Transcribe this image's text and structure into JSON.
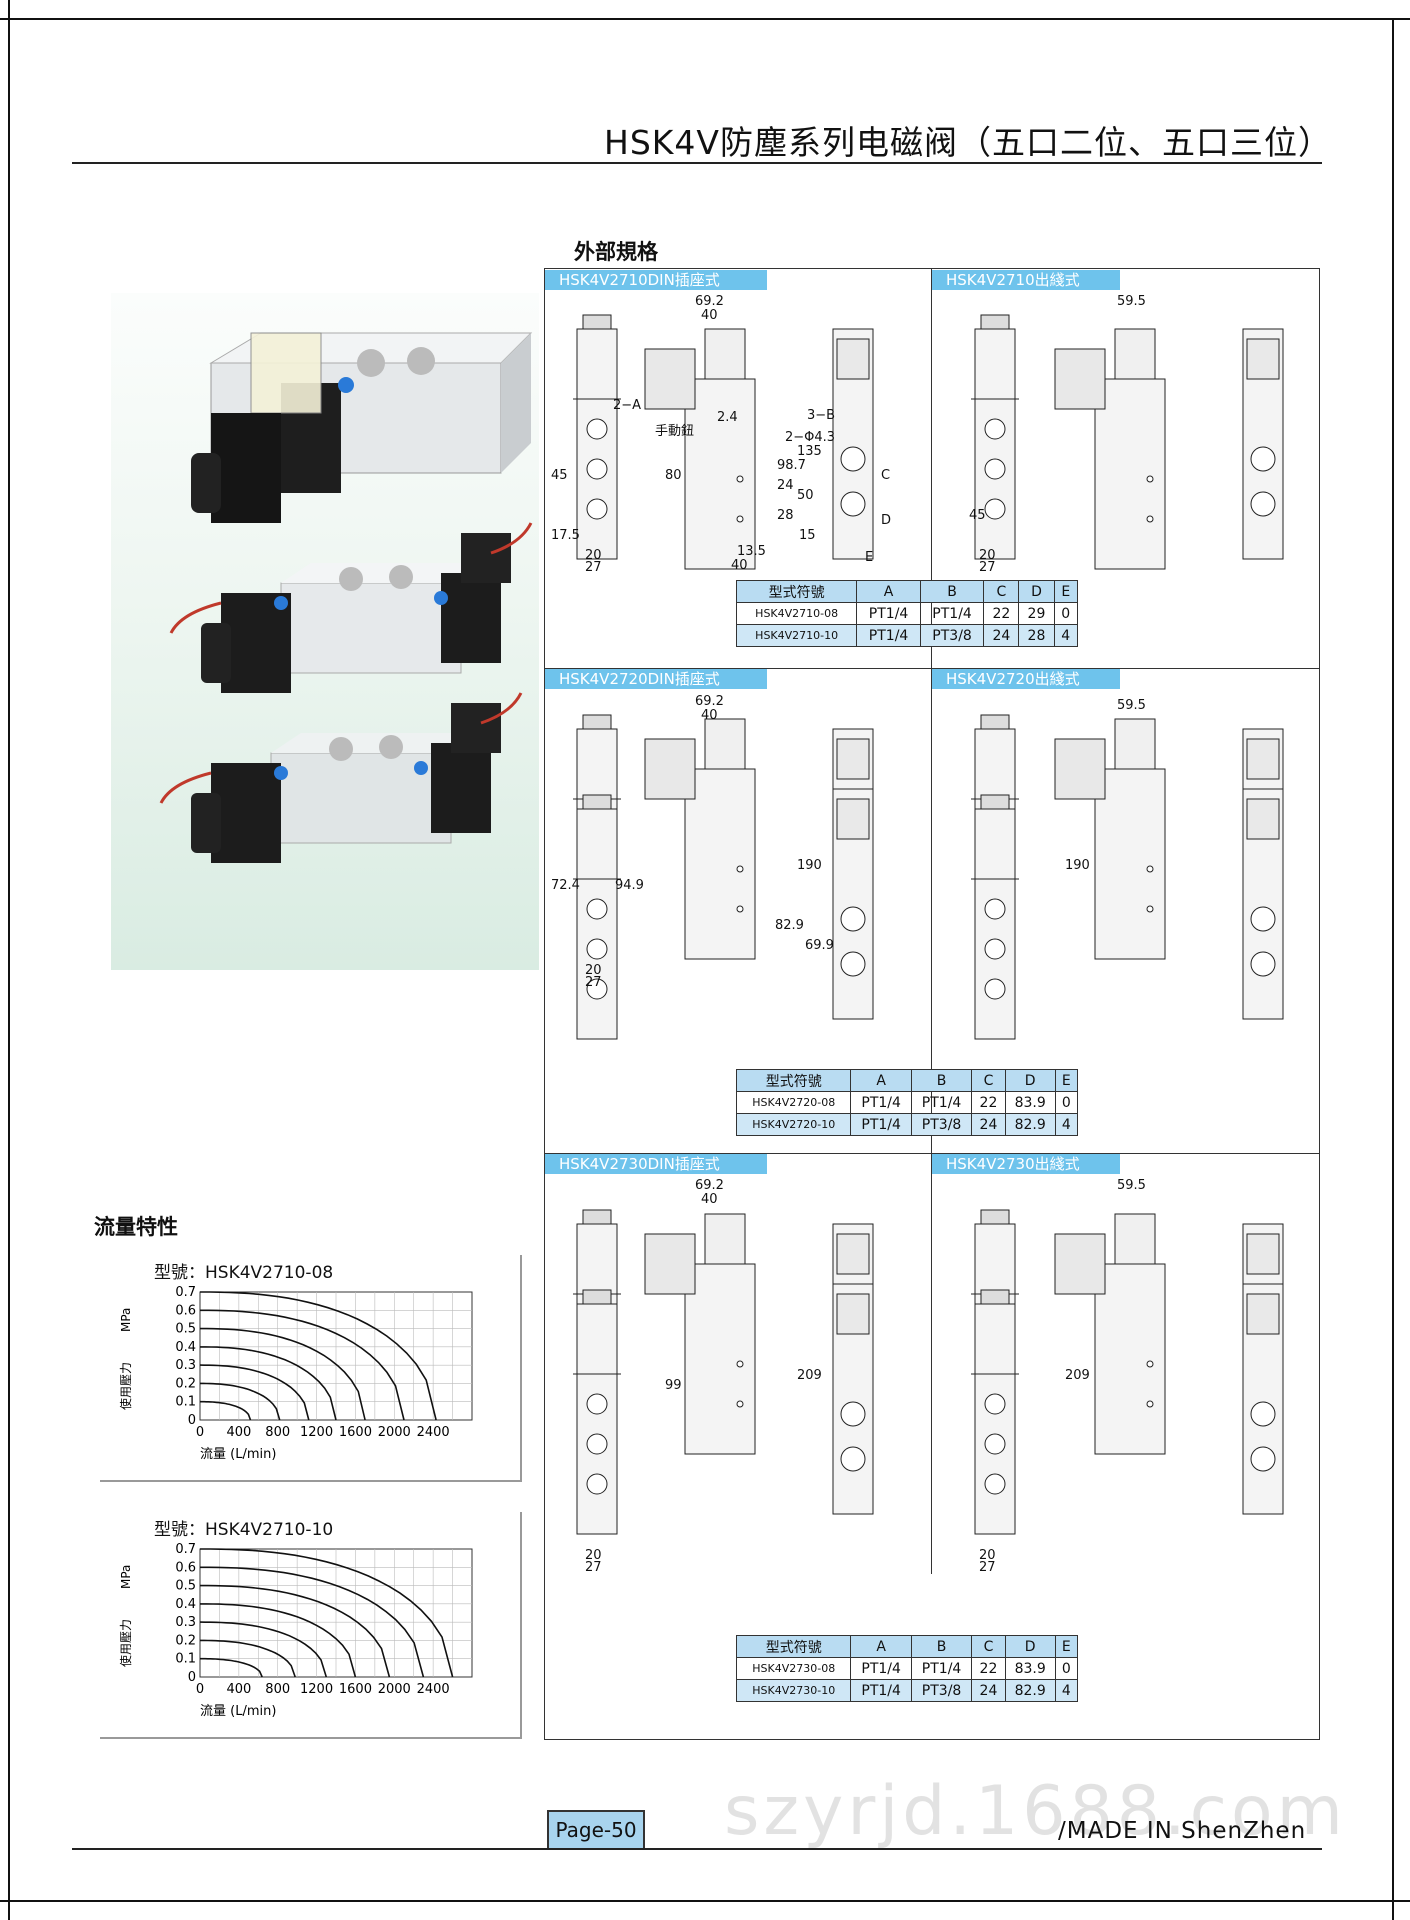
{
  "header": {
    "title": "HSK4V防塵系列电磁阀（五口二位、五口三位）"
  },
  "spec_heading": "外部規格",
  "flow_heading": "流量特性",
  "panels": [
    {
      "label": "HSK4V2710DIN插座式"
    },
    {
      "label": "HSK4V2710出綫式"
    },
    {
      "label": "HSK4V2720DIN插座式"
    },
    {
      "label": "HSK4V2720出綫式"
    },
    {
      "label": "HSK4V2730DIN插座式"
    },
    {
      "label": "HSK4V2730出綫式"
    }
  ],
  "dims": {
    "w69": "69.2",
    "w40": "40",
    "w59": "59.5",
    "h135": "135",
    "h98": "98.7",
    "h80": "80",
    "h45": "45",
    "h175": "17.5",
    "h50": "50",
    "h28": "28",
    "h24": "24",
    "h15": "15",
    "w20": "20",
    "w27": "27",
    "w135": "13.5",
    "h190": "190",
    "h209": "209",
    "h724": "72.4",
    "h949": "94.9",
    "h829": "82.9",
    "h699": "69.9",
    "h99": "99",
    "d24": "2.4",
    "phi": "2−Φ4.3",
    "a2": "2−A",
    "b3": "3−B",
    "c": "C",
    "d": "D",
    "e": "E",
    "manual": "手動鈕"
  },
  "tables": [
    {
      "header": [
        "型式符號",
        "A",
        "B",
        "C",
        "D",
        "E"
      ],
      "rows": [
        [
          "HSK4V2710-08",
          "PT1/4",
          "PT1/4",
          "22",
          "29",
          "0"
        ],
        [
          "HSK4V2710-10",
          "PT1/4",
          "PT3/8",
          "24",
          "28",
          "4"
        ]
      ]
    },
    {
      "header": [
        "型式符號",
        "A",
        "B",
        "C",
        "D",
        "E"
      ],
      "rows": [
        [
          "HSK4V2720-08",
          "PT1/4",
          "PT1/4",
          "22",
          "83.9",
          "0"
        ],
        [
          "HSK4V2720-10",
          "PT1/4",
          "PT3/8",
          "24",
          "82.9",
          "4"
        ]
      ]
    },
    {
      "header": [
        "型式符號",
        "A",
        "B",
        "C",
        "D",
        "E"
      ],
      "rows": [
        [
          "HSK4V2730-08",
          "PT1/4",
          "PT1/4",
          "22",
          "83.9",
          "0"
        ],
        [
          "HSK4V2730-10",
          "PT1/4",
          "PT3/8",
          "24",
          "82.9",
          "4"
        ]
      ]
    }
  ],
  "chart_data": [
    {
      "type": "line",
      "title": "型號：HSK4V2710-08",
      "xlabel": "流量    (L/min)",
      "ylabel": "使用壓力",
      "yunit": "MPa",
      "xlim": [
        0,
        2800
      ],
      "ylim": [
        0,
        0.7
      ],
      "grid": true,
      "x_ticks": [
        "0",
        "400",
        "800",
        "1200",
        "1600",
        "2000",
        "2400"
      ],
      "y_ticks": [
        "0",
        "0.1",
        "0.2",
        "0.3",
        "0.4",
        "0.5",
        "0.6",
        "0.7"
      ],
      "series": [
        {
          "start": 0.1,
          "end_x": 520
        },
        {
          "start": 0.2,
          "end_x": 820
        },
        {
          "start": 0.3,
          "end_x": 1120
        },
        {
          "start": 0.4,
          "end_x": 1400
        },
        {
          "start": 0.5,
          "end_x": 1700
        },
        {
          "start": 0.6,
          "end_x": 2100
        },
        {
          "start": 0.7,
          "end_x": 2430
        }
      ]
    },
    {
      "type": "line",
      "title": "型號：HSK4V2710-10",
      "xlabel": "流量    (L/min)",
      "ylabel": "使用壓力",
      "yunit": "MPa",
      "xlim": [
        0,
        2800
      ],
      "ylim": [
        0,
        0.7
      ],
      "grid": true,
      "x_ticks": [
        "0",
        "400",
        "800",
        "1200",
        "1600",
        "2000",
        "2400"
      ],
      "y_ticks": [
        "0",
        "0.1",
        "0.2",
        "0.3",
        "0.4",
        "0.5",
        "0.6",
        "0.7"
      ],
      "series": [
        {
          "start": 0.1,
          "end_x": 640
        },
        {
          "start": 0.2,
          "end_x": 980
        },
        {
          "start": 0.3,
          "end_x": 1300
        },
        {
          "start": 0.4,
          "end_x": 1600
        },
        {
          "start": 0.5,
          "end_x": 1950
        },
        {
          "start": 0.6,
          "end_x": 2300
        },
        {
          "start": 0.7,
          "end_x": 2600
        }
      ]
    }
  ],
  "footer": {
    "page": "Page-50",
    "made_in": "/MADE IN ShenZhen",
    "watermark": "szyrjd.1688.com"
  }
}
